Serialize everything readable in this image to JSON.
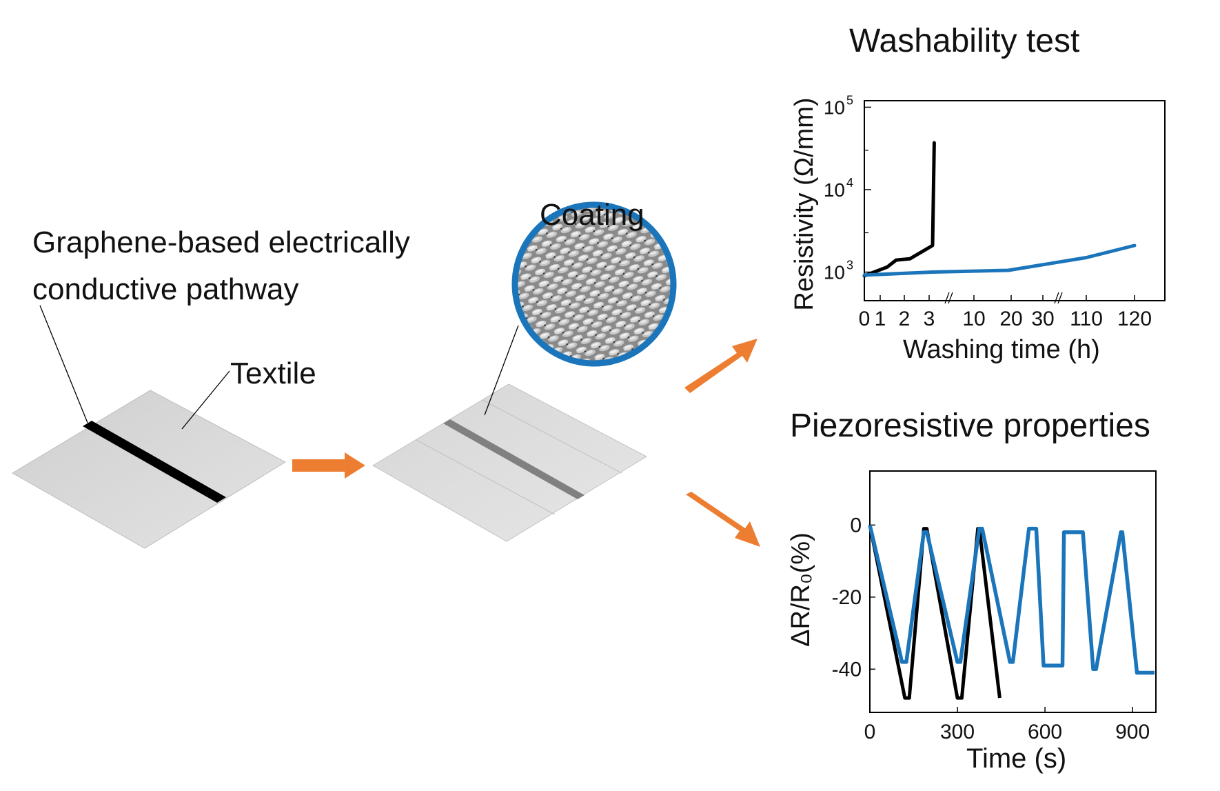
{
  "labels": {
    "pathway": "Graphene-based electrically conductive pathway",
    "textile": "Textile",
    "coating": "Coating",
    "washability_title": "Washability test",
    "piezo_title": "Piezoresistive properties"
  },
  "colors": {
    "arrow": "#ED7D31",
    "blue": "#1B75BB",
    "black": "#000000",
    "textile": "#d9d9d9",
    "coated_stripe": "#808080"
  },
  "chart_data": [
    {
      "type": "line",
      "title": "Washability test",
      "xlabel": "Washing time (h)",
      "ylabel": "Resistivity (Ω/mm)",
      "yscale": "log",
      "ylim": [
        450,
        120000
      ],
      "y_ticks": [
        {
          "label": "10",
          "exp": "5"
        },
        {
          "label": "10",
          "exp": "4"
        },
        {
          "label": "10",
          "exp": "3"
        }
      ],
      "x_ticks": [
        "0",
        "1",
        "2",
        "3",
        "10",
        "20",
        "30",
        "110",
        "120"
      ],
      "axis_breaks": [
        "between 3 and 10",
        "between 30 and 110"
      ],
      "series": [
        {
          "color": "#000000",
          "x": [
            0,
            1,
            1.4,
            2,
            3,
            3.8
          ],
          "y": [
            900,
            1150,
            1400,
            1450,
            2100,
            37000
          ]
        },
        {
          "color": "#1B75BB",
          "x": [
            0,
            3,
            20,
            110,
            120
          ],
          "y": [
            920,
            1000,
            1050,
            1500,
            2100
          ]
        }
      ]
    },
    {
      "type": "line",
      "title": "Piezoresistive properties",
      "xlabel": "Time (s)",
      "ylabel": "ΔR/R₀(%)",
      "xlim": [
        0,
        980
      ],
      "ylim": [
        -52,
        15
      ],
      "x_ticks": [
        "0",
        "300",
        "600",
        "900"
      ],
      "y_ticks": [
        "0",
        "-20",
        "-40"
      ],
      "series": [
        {
          "color": "#000000",
          "x": [
            0,
            120,
            135,
            185,
            195,
            300,
            315,
            370,
            375,
            445
          ],
          "y": [
            0,
            -48,
            -48,
            -1,
            -1,
            -48,
            -48,
            -1,
            -1,
            -48
          ]
        },
        {
          "color": "#1B75BB",
          "x": [
            0,
            110,
            125,
            185,
            195,
            300,
            310,
            375,
            385,
            480,
            490,
            545,
            570,
            595,
            660,
            665,
            730,
            765,
            775,
            860,
            865,
            915,
            930,
            975
          ],
          "y": [
            0,
            -38,
            -38,
            -2,
            -2,
            -38,
            -38,
            -1,
            -1,
            -38,
            -38,
            -1,
            -1,
            -39,
            -39,
            -2,
            -2,
            -40,
            -40,
            -2,
            -2,
            -41,
            -41,
            -41
          ]
        }
      ]
    }
  ]
}
